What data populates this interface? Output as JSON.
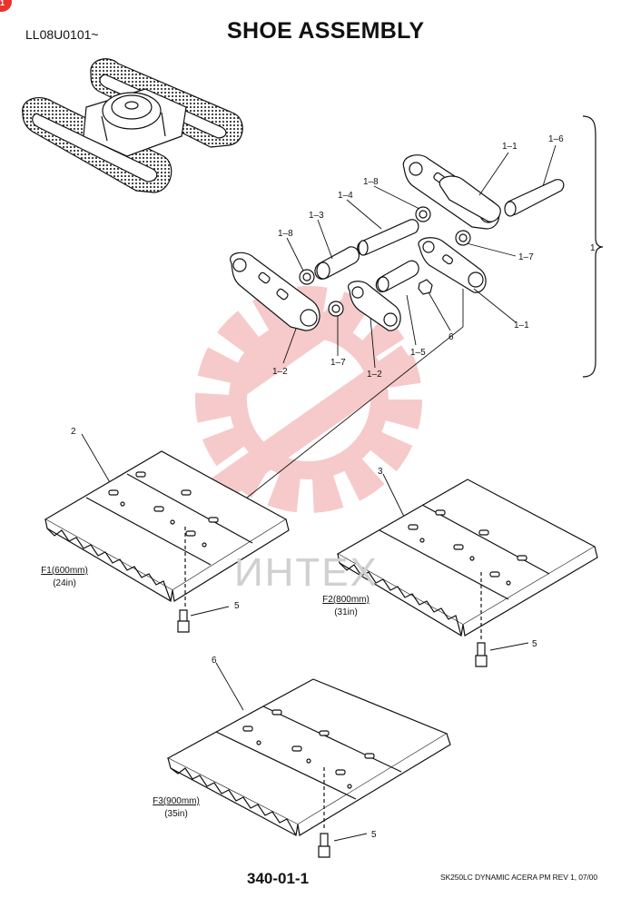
{
  "header": {
    "serial_range": "LL08U0101~",
    "title": "SHOE ASSEMBLY"
  },
  "footer": {
    "page_number": "340-01-1",
    "manual_ref": "SK250LC DYNAMIC ACERA PM REV 1, 07/00"
  },
  "corner_badge": {
    "text": "1"
  },
  "watermark": {
    "text": "ИНТЕХ"
  },
  "callouts": {
    "c1_1_top": "1–1",
    "c1_6": "1–6",
    "c1_8_top": "1–8",
    "c1_4": "1–4",
    "c1_3": "1–3",
    "c1_8_left": "1–8",
    "c1_7_right": "1–7",
    "c1": "1",
    "c1_1_bottom": "1–1",
    "c6_small": "6",
    "c1_5": "1–5",
    "c1_2_left": "1–2",
    "c1_7_bottom": "1–7",
    "c1_2_mid": "1–2",
    "c2": "2",
    "c3": "3",
    "c5_a": "5",
    "c5_b": "5",
    "c6_shoe": "6",
    "c5_c": "5"
  },
  "shoe_sizes": {
    "f1_mm": "F1(600mm)",
    "f1_in": "(24in)",
    "f2_mm": "F2(800mm)",
    "f2_in": "(31in)",
    "f3_mm": "F3(900mm)",
    "f3_in": "(35in)"
  },
  "colors": {
    "watermark_red": "#f0a0a0",
    "badge_red": "#e8342d",
    "line": "#111111"
  }
}
